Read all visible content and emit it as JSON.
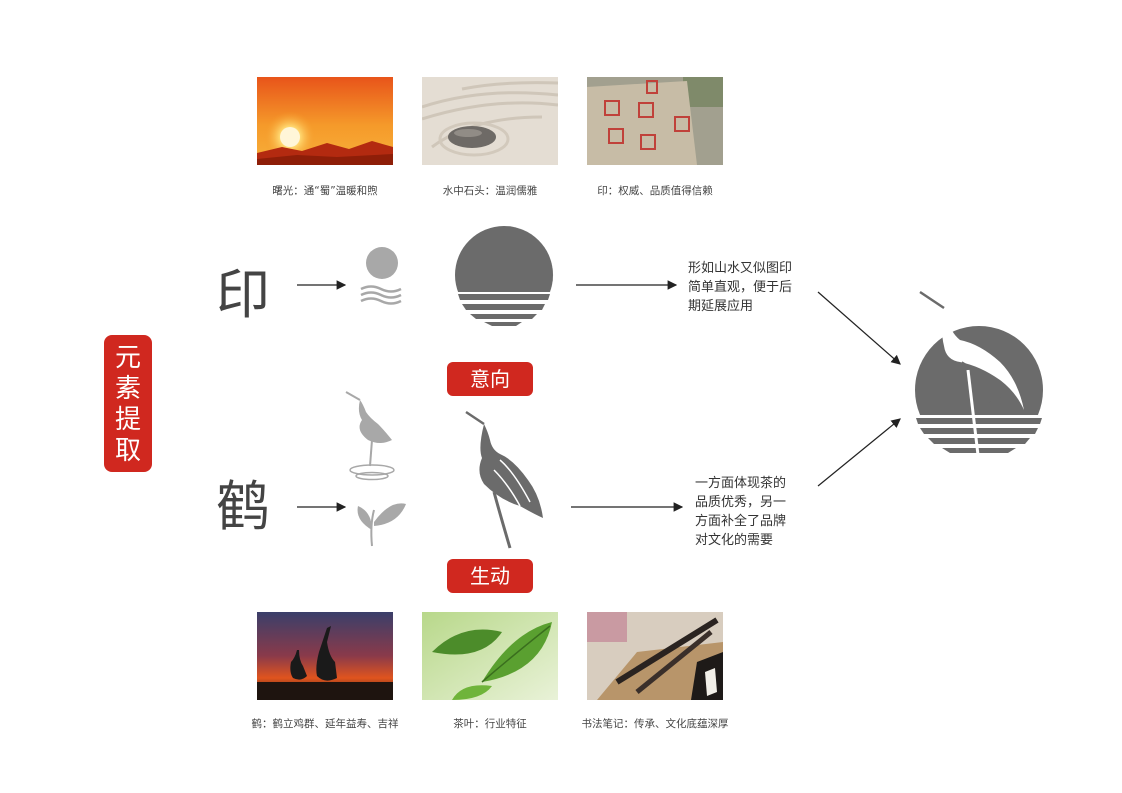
{
  "badge": {
    "chars": [
      "元",
      "素",
      "提",
      "取"
    ]
  },
  "row_yin": {
    "char": "印",
    "tag": "意向",
    "description": [
      "形如山水又似图印",
      "简单直观，便于后",
      "期延展应用"
    ]
  },
  "row_he": {
    "char": "鹤",
    "tag": "生动",
    "description": [
      "一方面体现茶的",
      "品质优秀，另一",
      "方面补全了品牌",
      "对文化的需要"
    ]
  },
  "top_photos": [
    {
      "caption": "曙光：通“蜀”温暖和煦",
      "icon": "sunrise-photo"
    },
    {
      "caption": "水中石头：温润儒雅",
      "icon": "zen-stone-photo"
    },
    {
      "caption": "印：权威、品质值得信赖",
      "icon": "seal-rock-photo"
    }
  ],
  "bottom_photos": [
    {
      "caption": "鹤：鹤立鸡群、延年益寿、吉祥",
      "icon": "crane-sunset-photo"
    },
    {
      "caption": "茶叶：行业特征",
      "icon": "tea-leaf-photo"
    },
    {
      "caption": "书法笔记：传承、文化底蕴深厚",
      "icon": "calligraphy-brush-photo"
    }
  ],
  "colors": {
    "accent": "#d0281f",
    "logo_gray": "#6b6b6b",
    "light_gray": "#a8a8a8"
  }
}
